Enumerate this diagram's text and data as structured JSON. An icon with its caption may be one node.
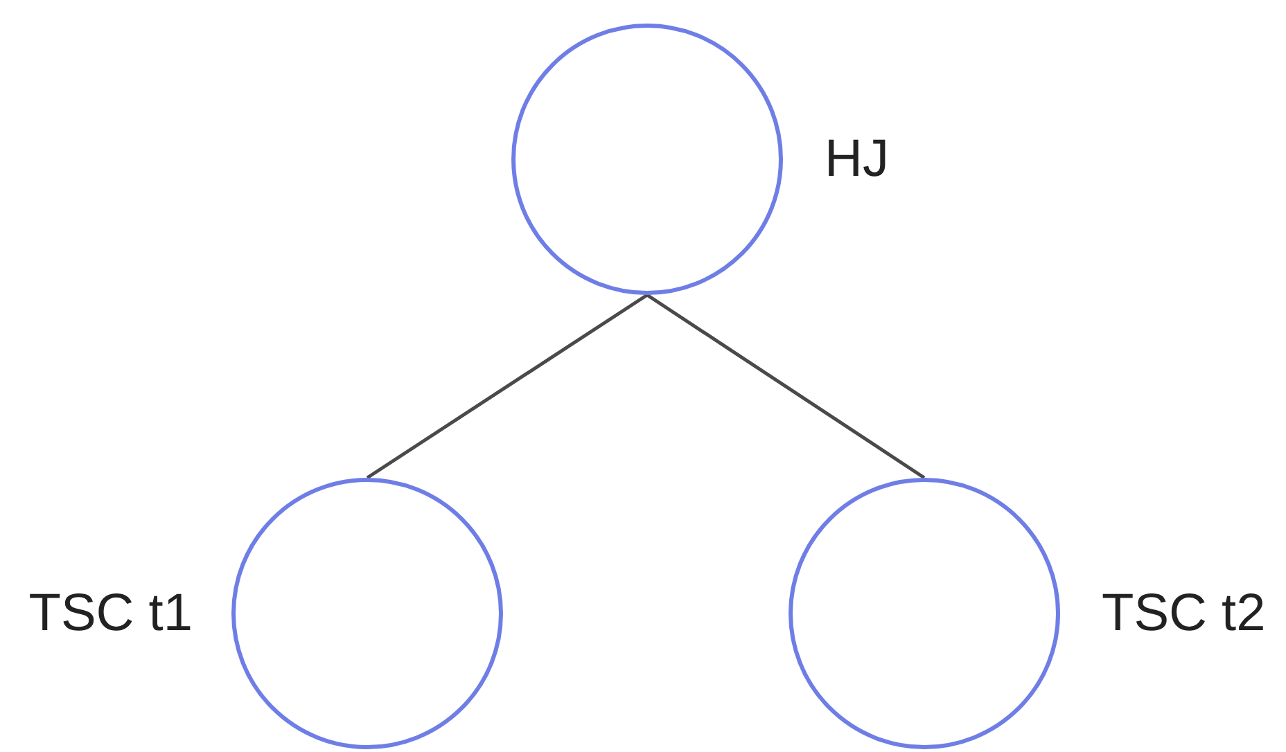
{
  "diagram": {
    "nodes": [
      {
        "text": [],
        "shape": "circle",
        "beside": [
          "HJ"
        ]
      },
      {
        "text": [],
        "shape": "circle",
        "beside": [
          "TSC t1"
        ]
      },
      {
        "text": [],
        "shape": "circle",
        "beside": [
          "TSC t2"
        ]
      }
    ],
    "edges": [
      {
        "from": 0,
        "to": 1,
        "arrow": "none"
      },
      {
        "from": 0,
        "to": 2,
        "arrow": "none"
      }
    ]
  }
}
